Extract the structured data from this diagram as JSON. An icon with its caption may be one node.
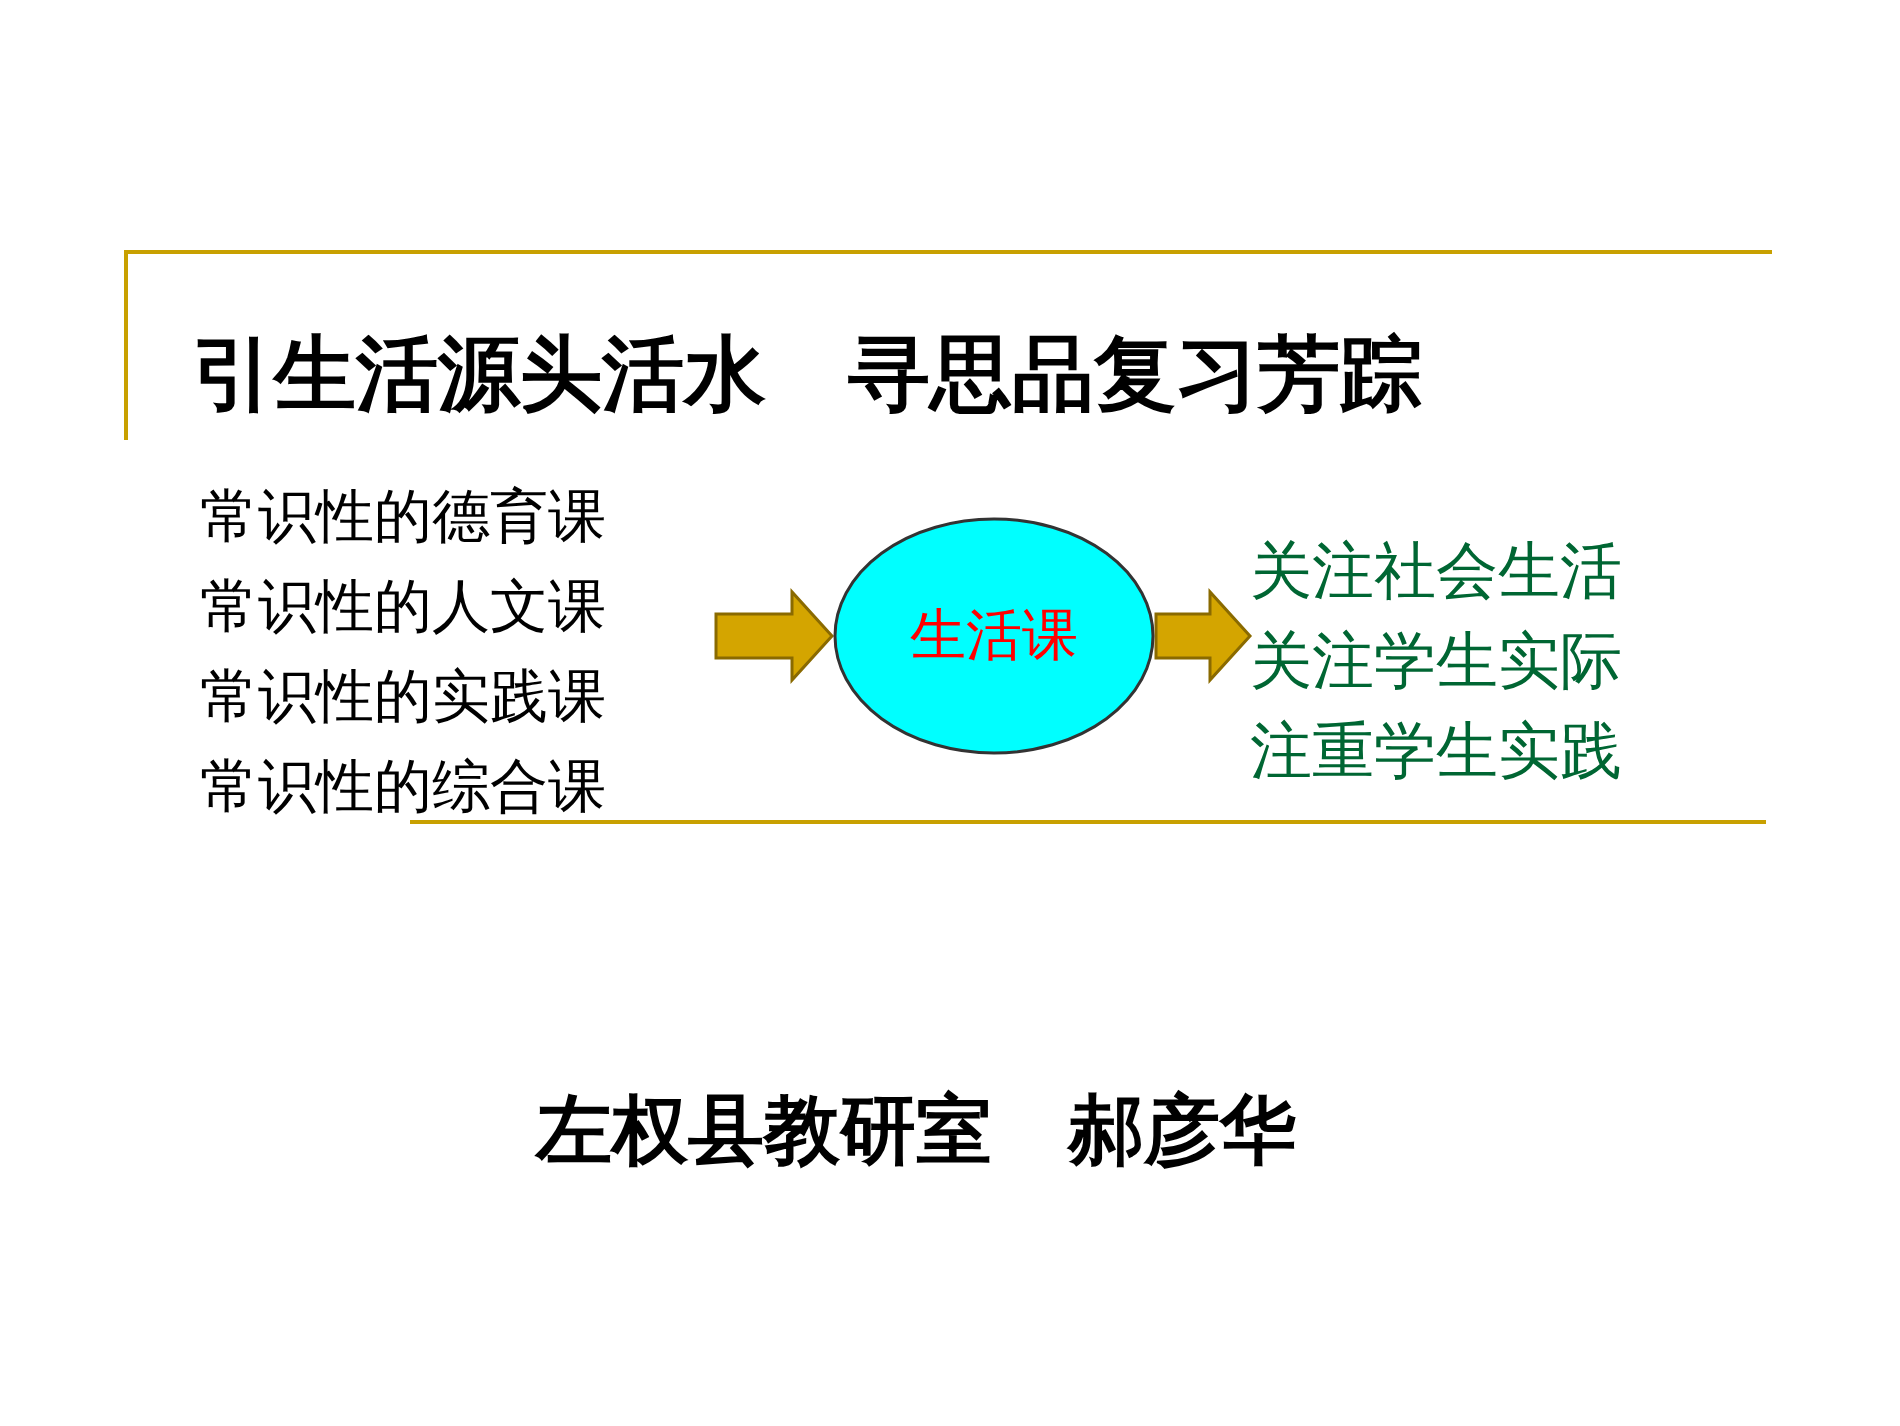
{
  "diagram": {
    "title": "引生活源头活水　寻思品复习芳踪",
    "nodes": [
      {
        "text": [
          "常识性的德育课",
          "常识性的人文课",
          "常识性的实践课",
          "常识性的综合课"
        ]
      },
      {
        "text": [
          "生活课"
        ]
      },
      {
        "text": [
          "关注社会生活",
          "关注学生实际",
          "注重学生实践"
        ]
      }
    ],
    "edges": [
      {
        "from": 0,
        "to": 1,
        "arrow": "to",
        "style": "thick"
      },
      {
        "from": 1,
        "to": 2,
        "arrow": "to",
        "style": "thick"
      }
    ],
    "labels": [
      "左权县教研室　郝彦华"
    ]
  }
}
